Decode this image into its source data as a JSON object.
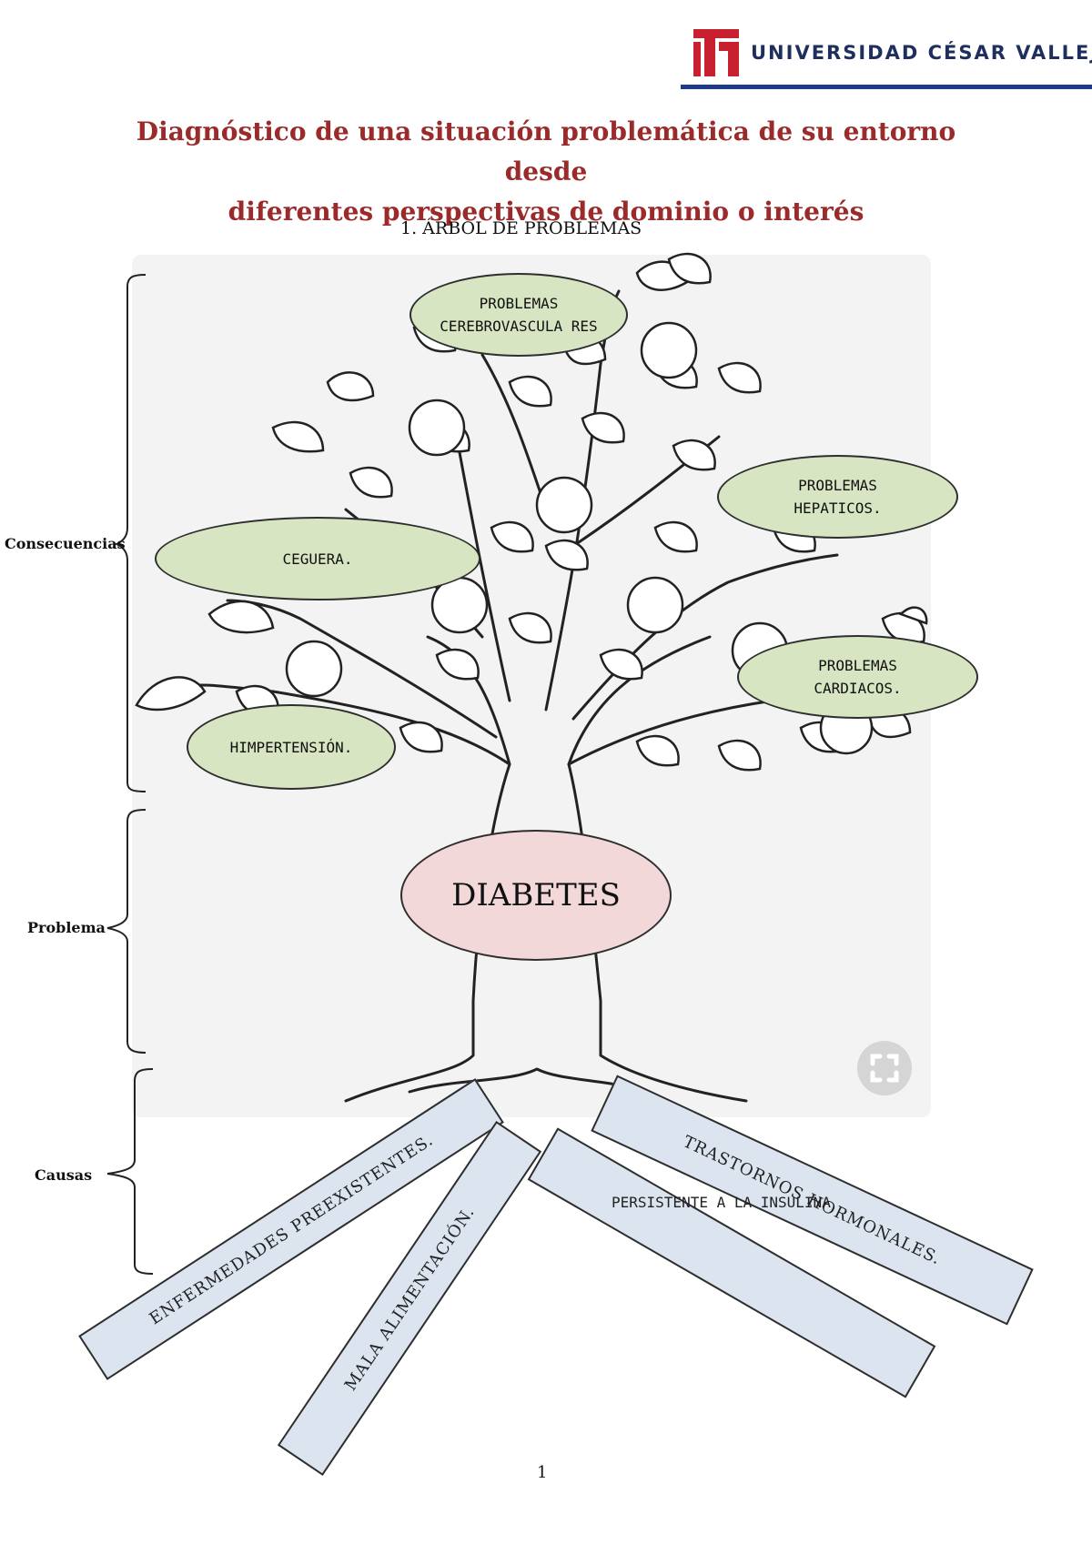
{
  "header": {
    "university": "UNIVERSIDAD CÉSAR VALLEJO",
    "brand_color": "#c8202f",
    "line_color": "#1f3a8a"
  },
  "document": {
    "title_line1": "Diagnóstico de una situación problemática de su entorno desde",
    "title_line2": "diferentes perspectivas de dominio o interés",
    "section": "1.   ÁRBOL DE PROBLEMAS",
    "page_number": "1"
  },
  "labels": {
    "consequences": "Consecuencias",
    "problem": "Problema",
    "causes": "Causas"
  },
  "consequences": [
    {
      "id": "cerebro",
      "text": "PROBLEMAS CEREBROVASCULA RES"
    },
    {
      "id": "hepaticos",
      "text": "PROBLEMAS HEPATICOS."
    },
    {
      "id": "ceguera",
      "text": "CEGUERA."
    },
    {
      "id": "cardiacos",
      "text": "PROBLEMAS CARDIACOS."
    },
    {
      "id": "hipertension",
      "text": "HIMPERTENSIÓN."
    }
  ],
  "problem": {
    "text": "DIABETES"
  },
  "causes": [
    {
      "id": "enfermedades",
      "text": "ENFERMEDADES PREEXISTENTES."
    },
    {
      "id": "alimentacion",
      "text": "MALA ALIMENTACIÓN."
    },
    {
      "id": "insulina",
      "text": "PERSISTENTE A LA INSULINA"
    },
    {
      "id": "trastornos",
      "text": "TRASTORNOS HORMONALES."
    }
  ],
  "colors": {
    "consequence_fill": "#d8e5c2",
    "problem_fill": "#f3d8da",
    "cause_fill": "#dce4f0",
    "title_color": "#9b2a2a"
  },
  "icons": {
    "logo": "university-shield-icon",
    "expand": "expand-icon"
  }
}
